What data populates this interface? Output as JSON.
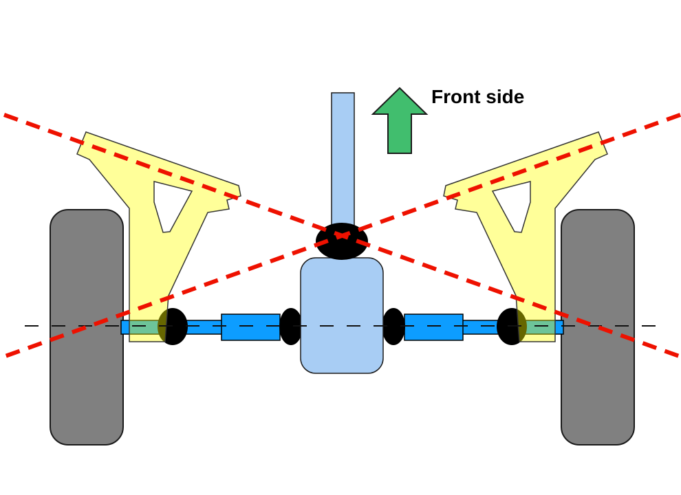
{
  "diagram": {
    "title_hint": "top-view suspension and axle geometry diagram",
    "labels": {
      "front_side": "Front side"
    },
    "parts": [
      "left-wheel",
      "right-wheel",
      "left-axle-shaft",
      "right-axle-shaft",
      "left-outer-bushing",
      "left-inner-bushing",
      "right-inner-bushing",
      "right-outer-bushing",
      "gearbox-housing",
      "steering-column",
      "center-ball-joint",
      "left-suspension-arm",
      "right-suspension-arm",
      "axle-centerline",
      "geometry-line-left",
      "geometry-line-right",
      "front-direction-arrow"
    ],
    "colors": {
      "background": "#FFFFFF",
      "wheel_gray": "#808080",
      "wheel_outline": "#1A1A1A",
      "shaft_blue": "#0D9DFF",
      "shaft_outline": "#000000",
      "housing_blue": "#A8CDF4",
      "housing_outline": "#1A1A1A",
      "bracket_yellow": "#FFFF00",
      "bracket_outline": "#333333",
      "joint_black": "#000000",
      "arrow_green": "#41BE6E",
      "arrow_outline": "#1A1A1A",
      "red_dashed": "#EE1100",
      "centerline_black": "#111111",
      "label_color": "#000000"
    }
  }
}
